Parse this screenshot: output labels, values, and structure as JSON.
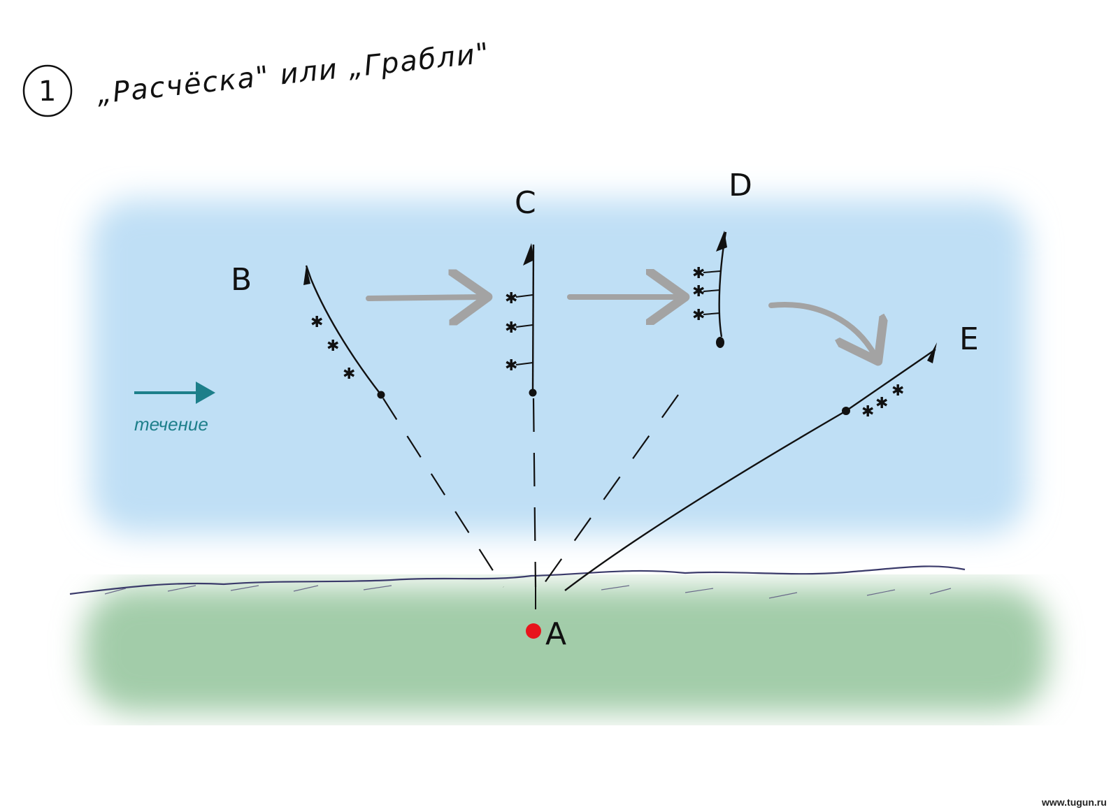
{
  "title": {
    "number": "1",
    "text": "„Расчёска\" или „Грабли\""
  },
  "points": {
    "A": "A",
    "B": "B",
    "C": "C",
    "D": "D",
    "E": "E"
  },
  "current_label": "течение",
  "watermark": "www.tugun.ru",
  "colors": {
    "water": "#bfdff5",
    "bank": "#9fcba7",
    "point_a": "#e8141c",
    "current_arrow": "#1d7f8a",
    "transition_arrows": "#a3a3a3",
    "ink": "#111111"
  },
  "icons": {
    "current": "arrow-right-icon",
    "transitions": "arrow-right-icon",
    "final_transition": "curved-arrow-icon",
    "start_point": "dot-icon"
  }
}
